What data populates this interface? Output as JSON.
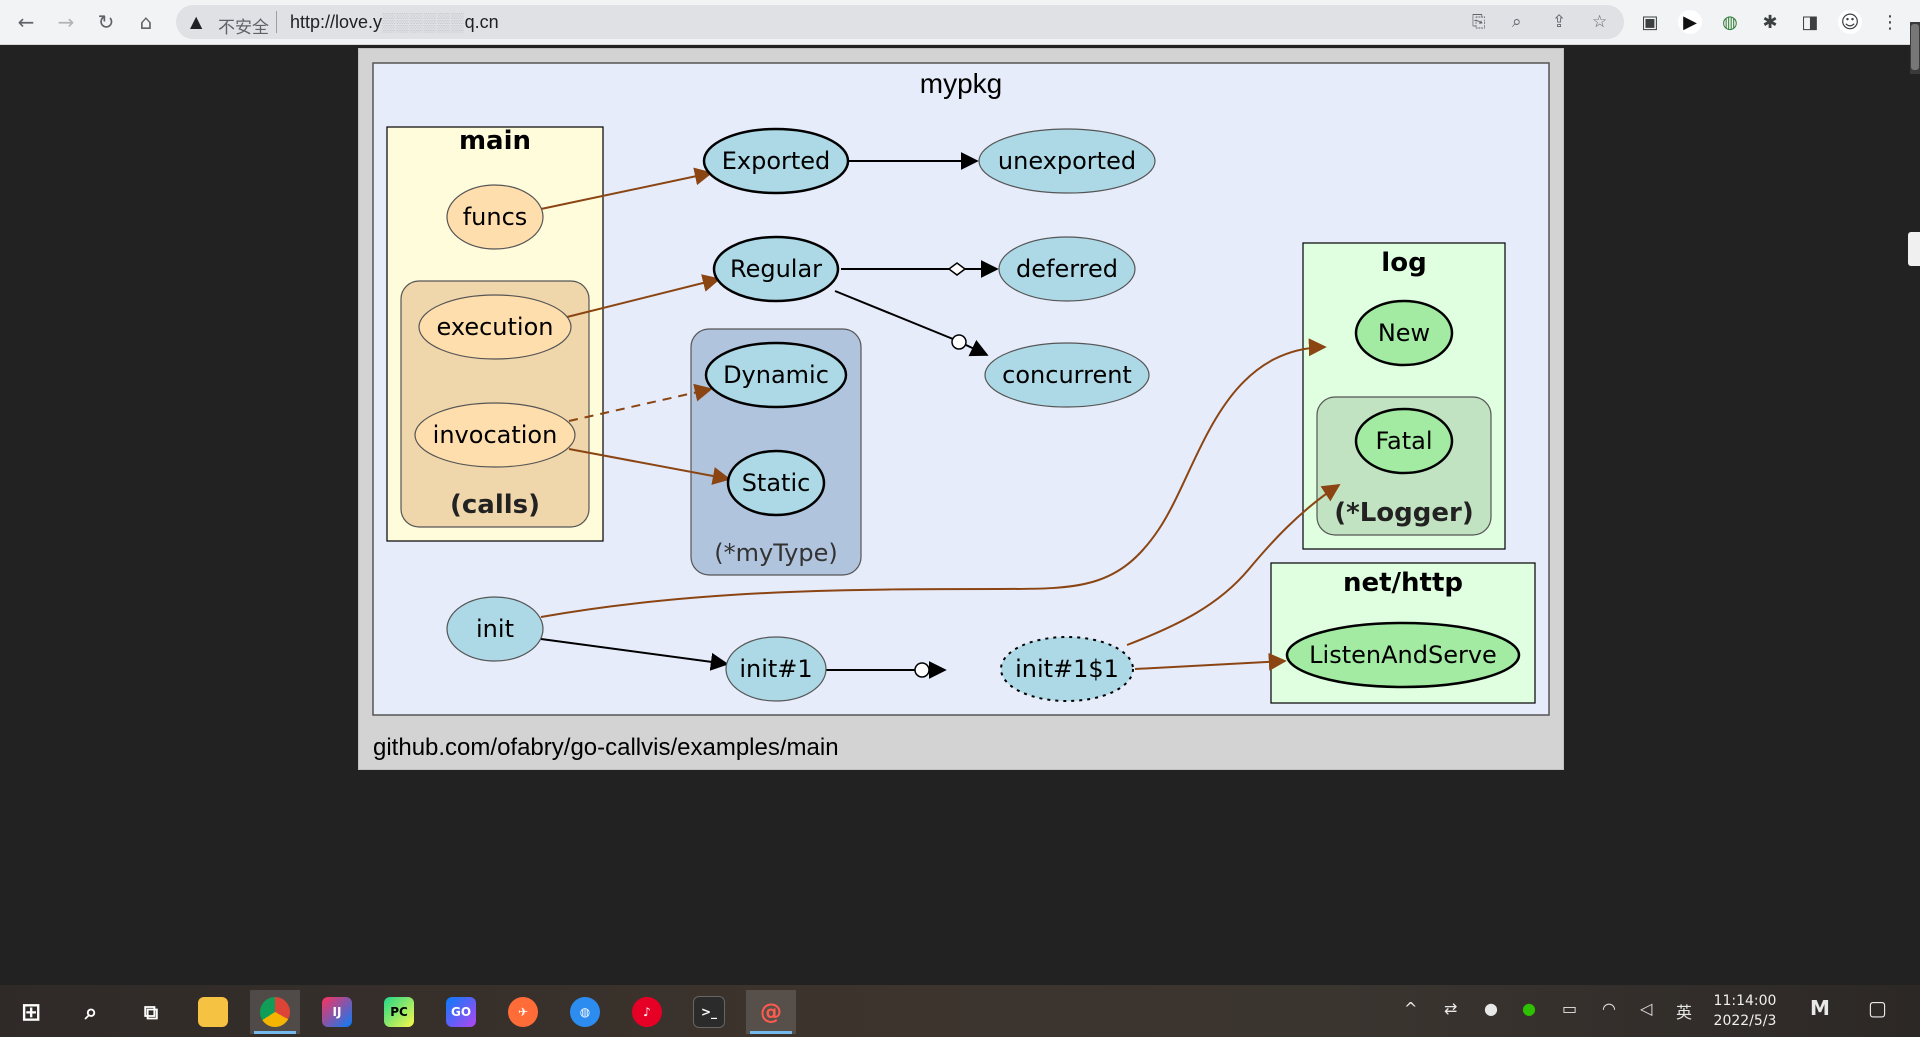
{
  "browser": {
    "security_label": "不安全",
    "url_prefix": "http://love.y",
    "url_hidden": "▒▒▒▒▒▒",
    "url_suffix": "q.cn"
  },
  "graph": {
    "caption": "github.com/ofabry/go-callvis/examples/main",
    "clusters": {
      "mypkg": "mypkg",
      "main": "main",
      "calls": "(calls)",
      "mytype": "(*myType)",
      "log": "log",
      "logger": "(*Logger)",
      "nethttp": "net/http"
    },
    "nodes": {
      "funcs": "funcs",
      "execution": "execution",
      "invocation": "invocation",
      "exported": "Exported",
      "unexported": "unexported",
      "regular": "Regular",
      "deferred": "deferred",
      "concurrent": "concurrent",
      "dynamic": "Dynamic",
      "static": "Static",
      "new": "New",
      "fatal": "Fatal",
      "init": "init",
      "init1": "init#1",
      "init11": "init#1$1",
      "listenandserve": "ListenAndServe"
    },
    "colors": {
      "external_edge": "#8b4513",
      "internal_edge": "#000000",
      "pkg_fill": "#e6ecfa",
      "main_fill": "#fffcdc",
      "calls_fill": "#efd6ab",
      "mytype_fill": "#b0c4de",
      "ext_pkg_fill": "#e0ffe1",
      "logger_fill": "#c2e3c2",
      "node_blue": "#add8e6",
      "node_main": "#ffdead",
      "node_green": "#a3eaa3"
    }
  },
  "taskbar": {
    "ime": "英",
    "time": "11:14:00",
    "date": "2022/5/3"
  }
}
